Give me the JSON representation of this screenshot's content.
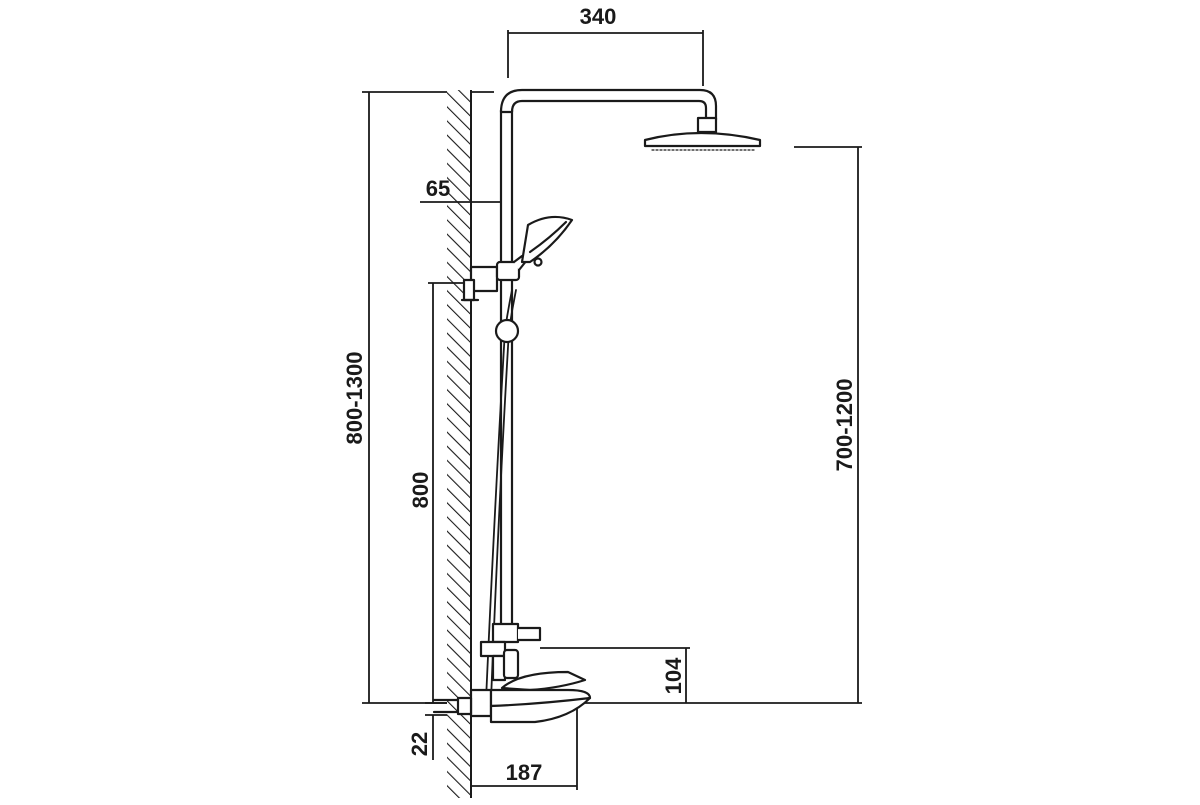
{
  "dimensions": {
    "head_width": "340",
    "bracket_offset": "65",
    "total_height": "800-1300",
    "bar_height": "800",
    "head_height": "700-1200",
    "spout_height": "104",
    "inlet_offset": "22",
    "spout_reach": "187"
  },
  "colors": {
    "line": "#1a1a1a",
    "background": "#ffffff"
  }
}
